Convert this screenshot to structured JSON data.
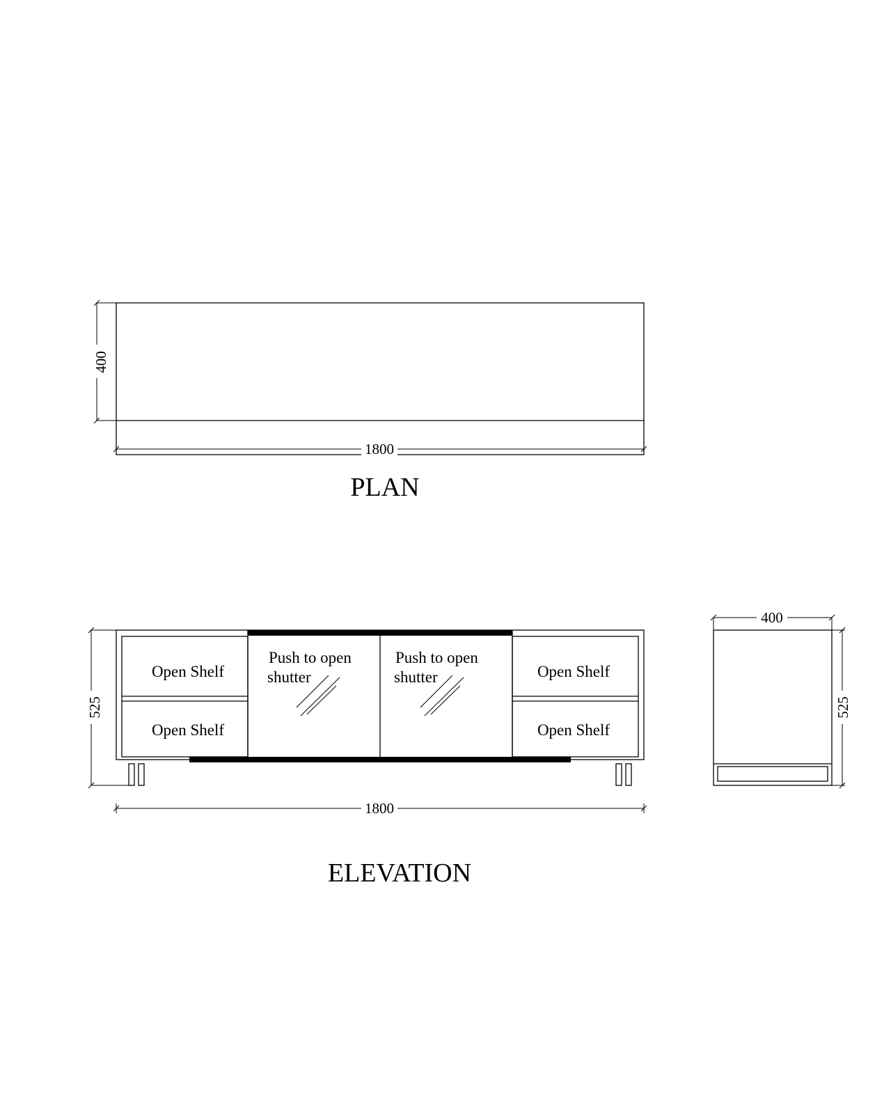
{
  "plan": {
    "title": "PLAN",
    "width_dim": "1800",
    "depth_dim": "400"
  },
  "elevation": {
    "title": "ELEVATION",
    "width_dim": "1800",
    "height_dim": "525",
    "shelf_labels": [
      "Open Shelf",
      "Open Shelf",
      "Open Shelf",
      "Open Shelf"
    ],
    "shutter_label_line1": "Push to open",
    "shutter_label_line2": "shutter"
  },
  "side_view": {
    "depth_dim": "400",
    "height_dim": "525"
  }
}
